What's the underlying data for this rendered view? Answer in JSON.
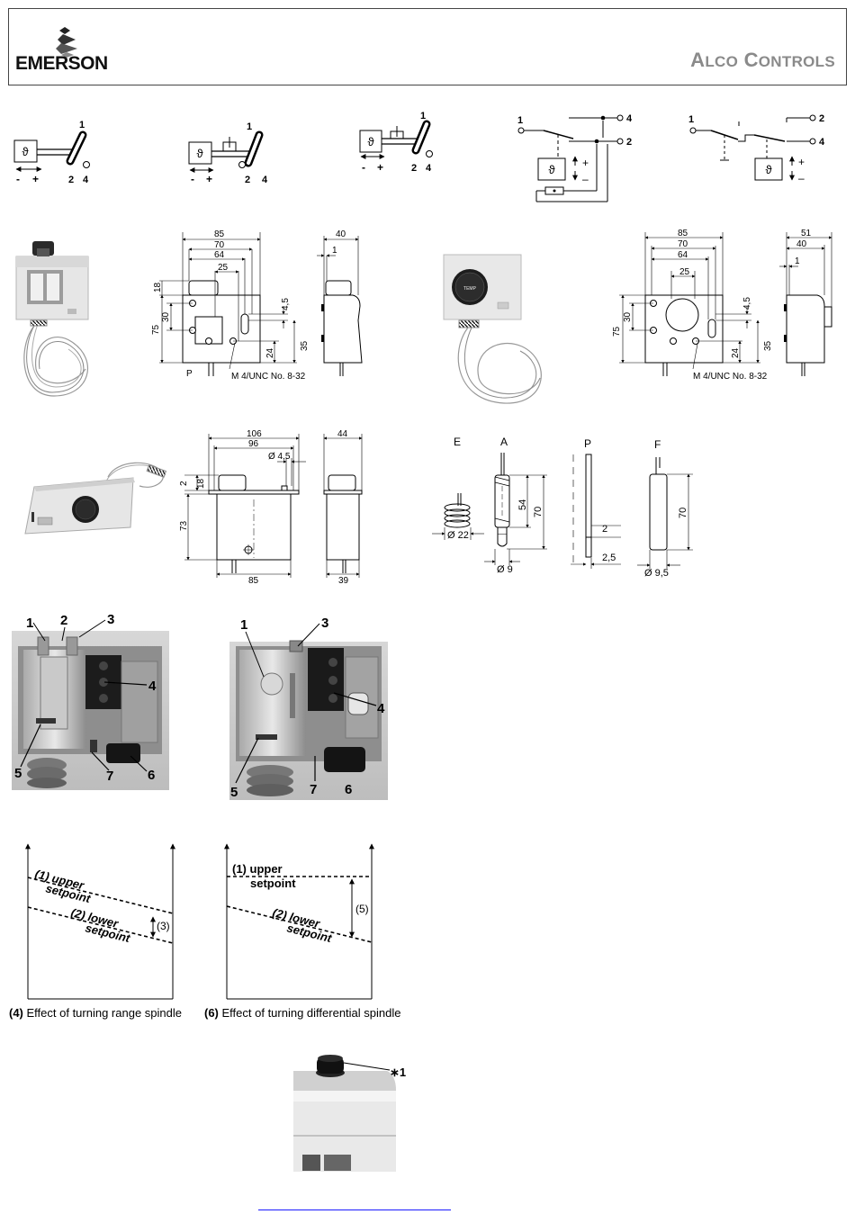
{
  "header": {
    "left_brand": "EMERSON",
    "right_brand_first": "A",
    "right_brand_first_small": "LCO",
    "right_brand_second": "C",
    "right_brand_second_small": "ONTROLS"
  },
  "wiring": {
    "theta": "ϑ",
    "minus": "-",
    "plus": "+",
    "t1": "1",
    "t2": "2",
    "t4": "4"
  },
  "dims1": {
    "w85": "85",
    "w70": "70",
    "w64": "64",
    "w25": "25",
    "w40": "40",
    "w1": "1",
    "h18": "18",
    "h75": "75",
    "h30": "30",
    "h45": "4,5",
    "h24": "24",
    "h35": "35",
    "label_p": "P",
    "screw": "M 4/UNC No. 8-32"
  },
  "dims2": {
    "w85": "85",
    "w70": "70",
    "w64": "64",
    "w25": "25",
    "w51": "51",
    "w40": "40",
    "w1": "1",
    "h75": "75",
    "h30": "30",
    "h45": "4,5",
    "h24": "24",
    "h35": "35",
    "screw": "M 4/UNC No. 8-32"
  },
  "dims3": {
    "w106": "106",
    "w96": "96",
    "d45": "Ø 4,5",
    "w44": "44",
    "h2": "2",
    "h18": "18",
    "h73": "73",
    "w85": "85",
    "w39": "39"
  },
  "bulbs": {
    "e": "E",
    "a": "A",
    "p": "P",
    "f": "F",
    "d22": "Ø 22",
    "d9": "Ø 9",
    "h54": "54",
    "h70": "70",
    "w2": "2",
    "w25": "2,5",
    "h70f": "70",
    "d95": "Ø 9,5"
  },
  "photos": {
    "n1": "1",
    "n2": "2",
    "n3": "3",
    "n4": "4",
    "n5": "5",
    "n6": "6",
    "n7": "7"
  },
  "graphs": {
    "upper_num": "(1) upper",
    "upper_word": "setpoint",
    "lower_num": "(2) lower",
    "lower_word": "setpoint",
    "diff3": "(3)",
    "diff5": "(5)",
    "caption1_num": "(4)",
    "caption1_text": " Effect of turning range spindle",
    "caption2_num": "(6)",
    "caption2_text": " Effect of turning differential spindle"
  },
  "knob": {
    "marker": "∗1"
  }
}
